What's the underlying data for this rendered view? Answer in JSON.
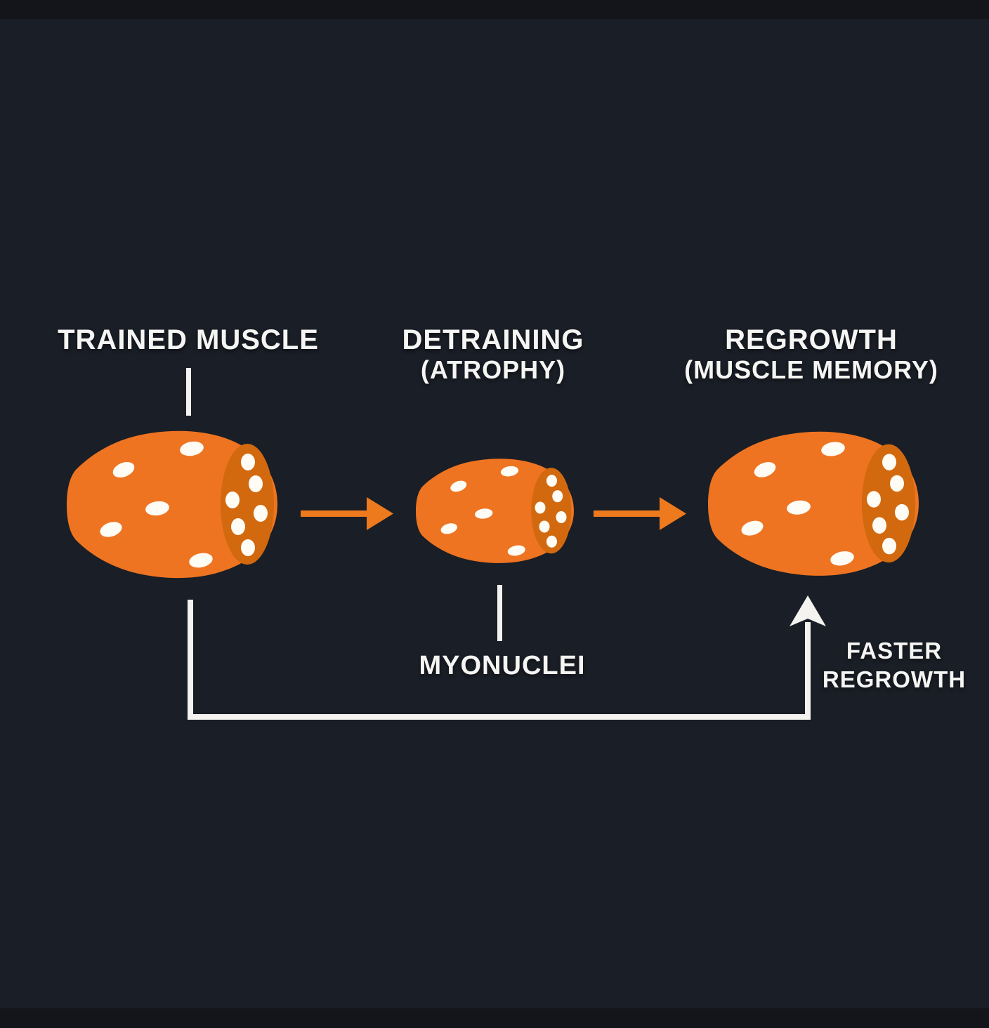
{
  "stages": [
    {
      "id": "trained",
      "title": "TRAINED MUSCLE",
      "subtitle": ""
    },
    {
      "id": "detraining",
      "title": "DETRAINING",
      "subtitle": "(ATROPHY)"
    },
    {
      "id": "regrowth",
      "title": "REGROWTH",
      "subtitle": "(MUSCLE MEMORY)"
    }
  ],
  "labels": {
    "myonuclei": "MYONUCLEI",
    "faster_regrowth_line1": "FASTER",
    "faster_regrowth_line2": "REGROWTH"
  },
  "diagram": {
    "type": "flow",
    "flow_sequence": [
      "TRAINED MUSCLE",
      "DETRAINING (ATROPHY)",
      "REGROWTH (MUSCLE MEMORY)"
    ],
    "feedback_loop": "TRAINED MUSCLE retained myonuclei enable FASTER REGROWTH",
    "myonuclei_per_muscle": {
      "surface_dots": 5,
      "cross_section_dots": 6
    },
    "muscle_relative_sizes": [
      "large",
      "small",
      "large"
    ]
  },
  "colors": {
    "background": "#1a1e26",
    "letterbox_bar": "#13151b",
    "muscle_body_orange": "#ee7421",
    "muscle_face_orange": "#d2690f",
    "flow_arrow_orange": "#ee7a1e",
    "line_white": "#f4f3f0",
    "text_white": "#f5f5f3",
    "myonuclei_dot_white": "#fefcf5"
  }
}
